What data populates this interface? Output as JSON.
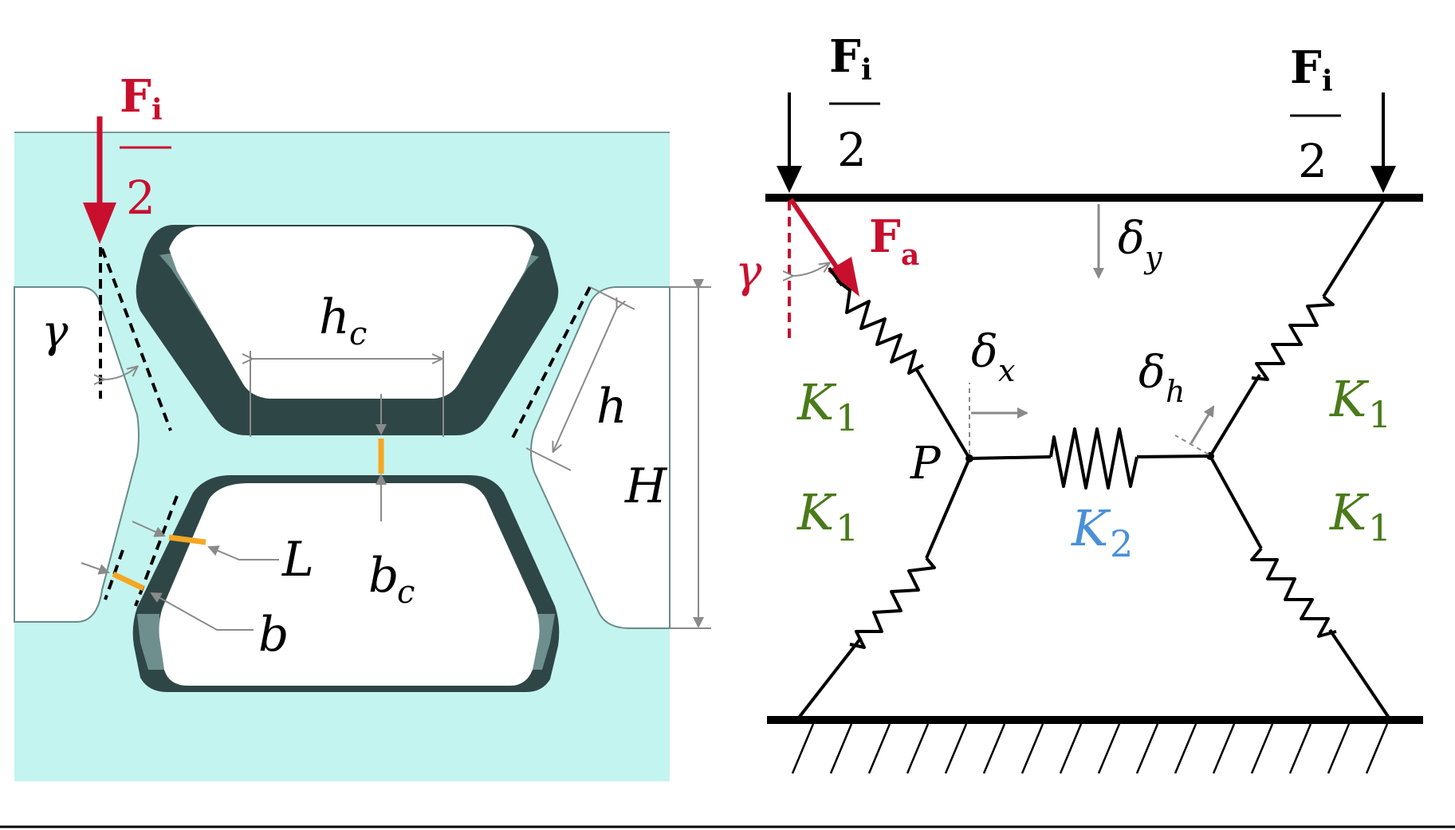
{
  "colors": {
    "panel_fill": "#c4f4f0",
    "shadow_dark": "#2f4646",
    "shadow_mid": "#6f8f8f",
    "force_red": "#c8102e",
    "highlight_orange": "#f5a623",
    "k1_green": "#4a7a1a",
    "k2_blue": "#4a90d9",
    "dim_gray": "#8a8a8a",
    "black": "#000000"
  },
  "left_panel": {
    "force_top": {
      "F": "F",
      "sub": "i",
      "den": "2"
    },
    "gamma": "γ",
    "hc": {
      "main": "h",
      "sub": "c"
    },
    "h": "h",
    "H": "H",
    "bc": {
      "main": "b",
      "sub": "c"
    },
    "L": "L",
    "b": "b"
  },
  "right_panel": {
    "force_left": {
      "F": "F",
      "sub": "i",
      "den": "2"
    },
    "force_right": {
      "F": "F",
      "sub": "i",
      "den": "2"
    },
    "Fa": {
      "F": "F",
      "sub": "a"
    },
    "gamma": "γ",
    "delta_y": {
      "main": "δ",
      "sub": "y"
    },
    "delta_x": {
      "main": "δ",
      "sub": "x"
    },
    "delta_h": {
      "main": "δ",
      "sub": "h"
    },
    "P": "P",
    "K1_upper_left": {
      "main": "K",
      "sub": "1"
    },
    "K1_lower_left": {
      "main": "K",
      "sub": "1"
    },
    "K1_upper_right": {
      "main": "K",
      "sub": "1"
    },
    "K1_lower_right": {
      "main": "K",
      "sub": "1"
    },
    "K2": {
      "main": "K",
      "sub": "2"
    }
  }
}
